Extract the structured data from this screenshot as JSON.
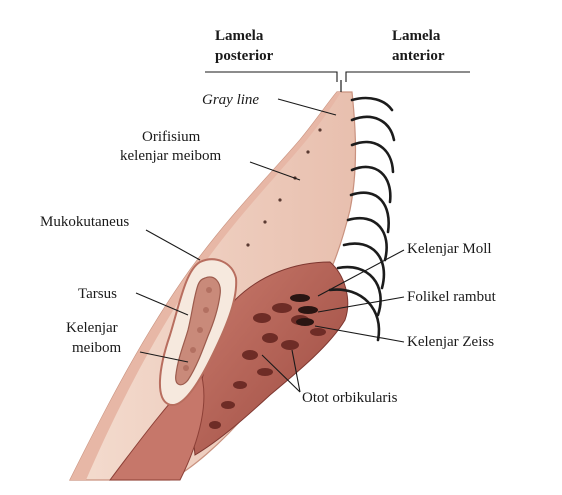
{
  "figure": {
    "headers": {
      "posterior": [
        "Lamela",
        "posterior"
      ],
      "anterior": [
        "Lamela",
        "anterior"
      ]
    },
    "labels": {
      "gray_line": "Gray line",
      "orifisium": [
        "Orifisium",
        "kelenjar meibom"
      ],
      "mukokutaneus": "Mukokutaneus",
      "tarsus": "Tarsus",
      "kelenjar_meibom": [
        "Kelenjar",
        "meibom"
      ],
      "kelenjar_moll": "Kelenjar Moll",
      "folikel_rambut": "Folikel rambut",
      "kelenjar_zeiss": "Kelenjar Zeiss",
      "otot_orbikularis": "Otot orbikularis"
    },
    "colors": {
      "skin": "#f3d9cd",
      "skin_edge": "#c9927f",
      "tarsus_fill": "#f6e9de",
      "meibom_gland": "#c98a7a",
      "muscle": "#b5625a",
      "muscle_dark": "#7e3730",
      "lash": "#1c1c1c",
      "text": "#1a1a1a"
    }
  }
}
